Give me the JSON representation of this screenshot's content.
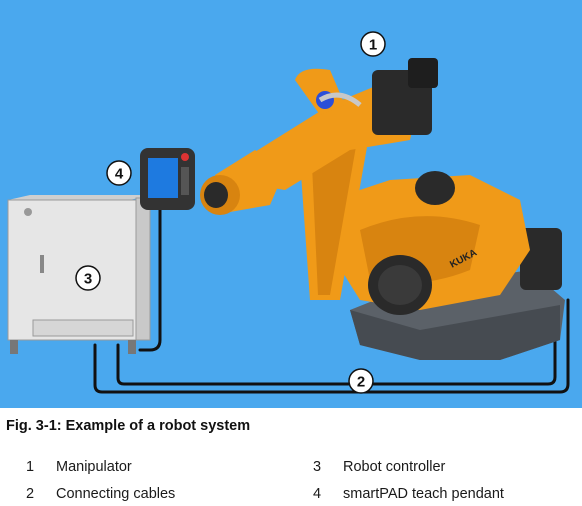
{
  "figure": {
    "callouts": [
      {
        "number": "1",
        "target": "manipulator"
      },
      {
        "number": "2",
        "target": "connecting-cables"
      },
      {
        "number": "3",
        "target": "robot-controller"
      },
      {
        "number": "4",
        "target": "smartpad-teach-pendant"
      }
    ],
    "brand_text": "KUKA",
    "colors": {
      "background": "#4aa8ee",
      "robot_orange": "#f09a18",
      "robot_dark": "#2a2a2a",
      "base_grey": "#5b6168",
      "cabinet": "#e6e6e6",
      "cable": "#111111"
    }
  },
  "caption": "Fig. 3-1: Example of a robot system",
  "legend": [
    {
      "number": "1",
      "label": "Manipulator"
    },
    {
      "number": "3",
      "label": "Robot controller"
    },
    {
      "number": "2",
      "label": "Connecting cables"
    },
    {
      "number": "4",
      "label": "smartPAD teach pendant"
    }
  ]
}
